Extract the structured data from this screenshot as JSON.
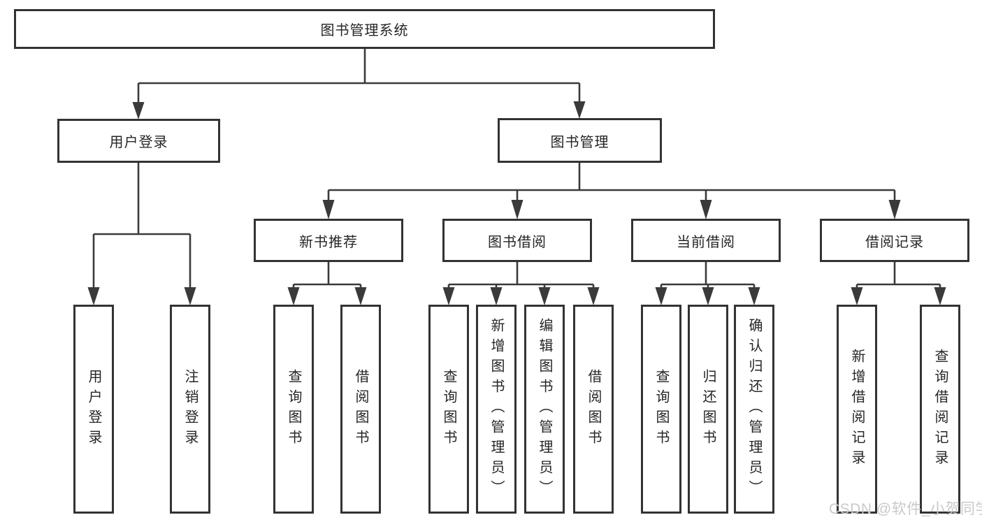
{
  "diagram": {
    "root": {
      "label": "图书管理系统"
    },
    "branches": [
      {
        "label": "用户登录",
        "leaves": [
          {
            "label": "用户登录"
          },
          {
            "label": "注销登录"
          }
        ]
      },
      {
        "label": "图书管理",
        "groups": [
          {
            "label": "新书推荐",
            "leaves": [
              {
                "label": "查询图书"
              },
              {
                "label": "借阅图书"
              }
            ]
          },
          {
            "label": "图书借阅",
            "leaves": [
              {
                "label": "查询图书"
              },
              {
                "label": "新增图书（管理员）"
              },
              {
                "label": "编辑图书（管理员）"
              },
              {
                "label": "借阅图书"
              }
            ]
          },
          {
            "label": "当前借阅",
            "leaves": [
              {
                "label": "查询图书"
              },
              {
                "label": "归还图书"
              },
              {
                "label": "确认归还（管理员）"
              }
            ]
          },
          {
            "label": "借阅记录",
            "leaves": [
              {
                "label": "新增借阅记录"
              },
              {
                "label": "查询借阅记录"
              }
            ]
          }
        ]
      }
    ]
  },
  "watermark": {
    "text": "CSDN @软件_小贺同学"
  },
  "colors": {
    "line": "#3a3a3a",
    "box-border": "#333333",
    "text": "#262626",
    "watermark": "#c9c9c9",
    "canvas": "#ffffff"
  }
}
